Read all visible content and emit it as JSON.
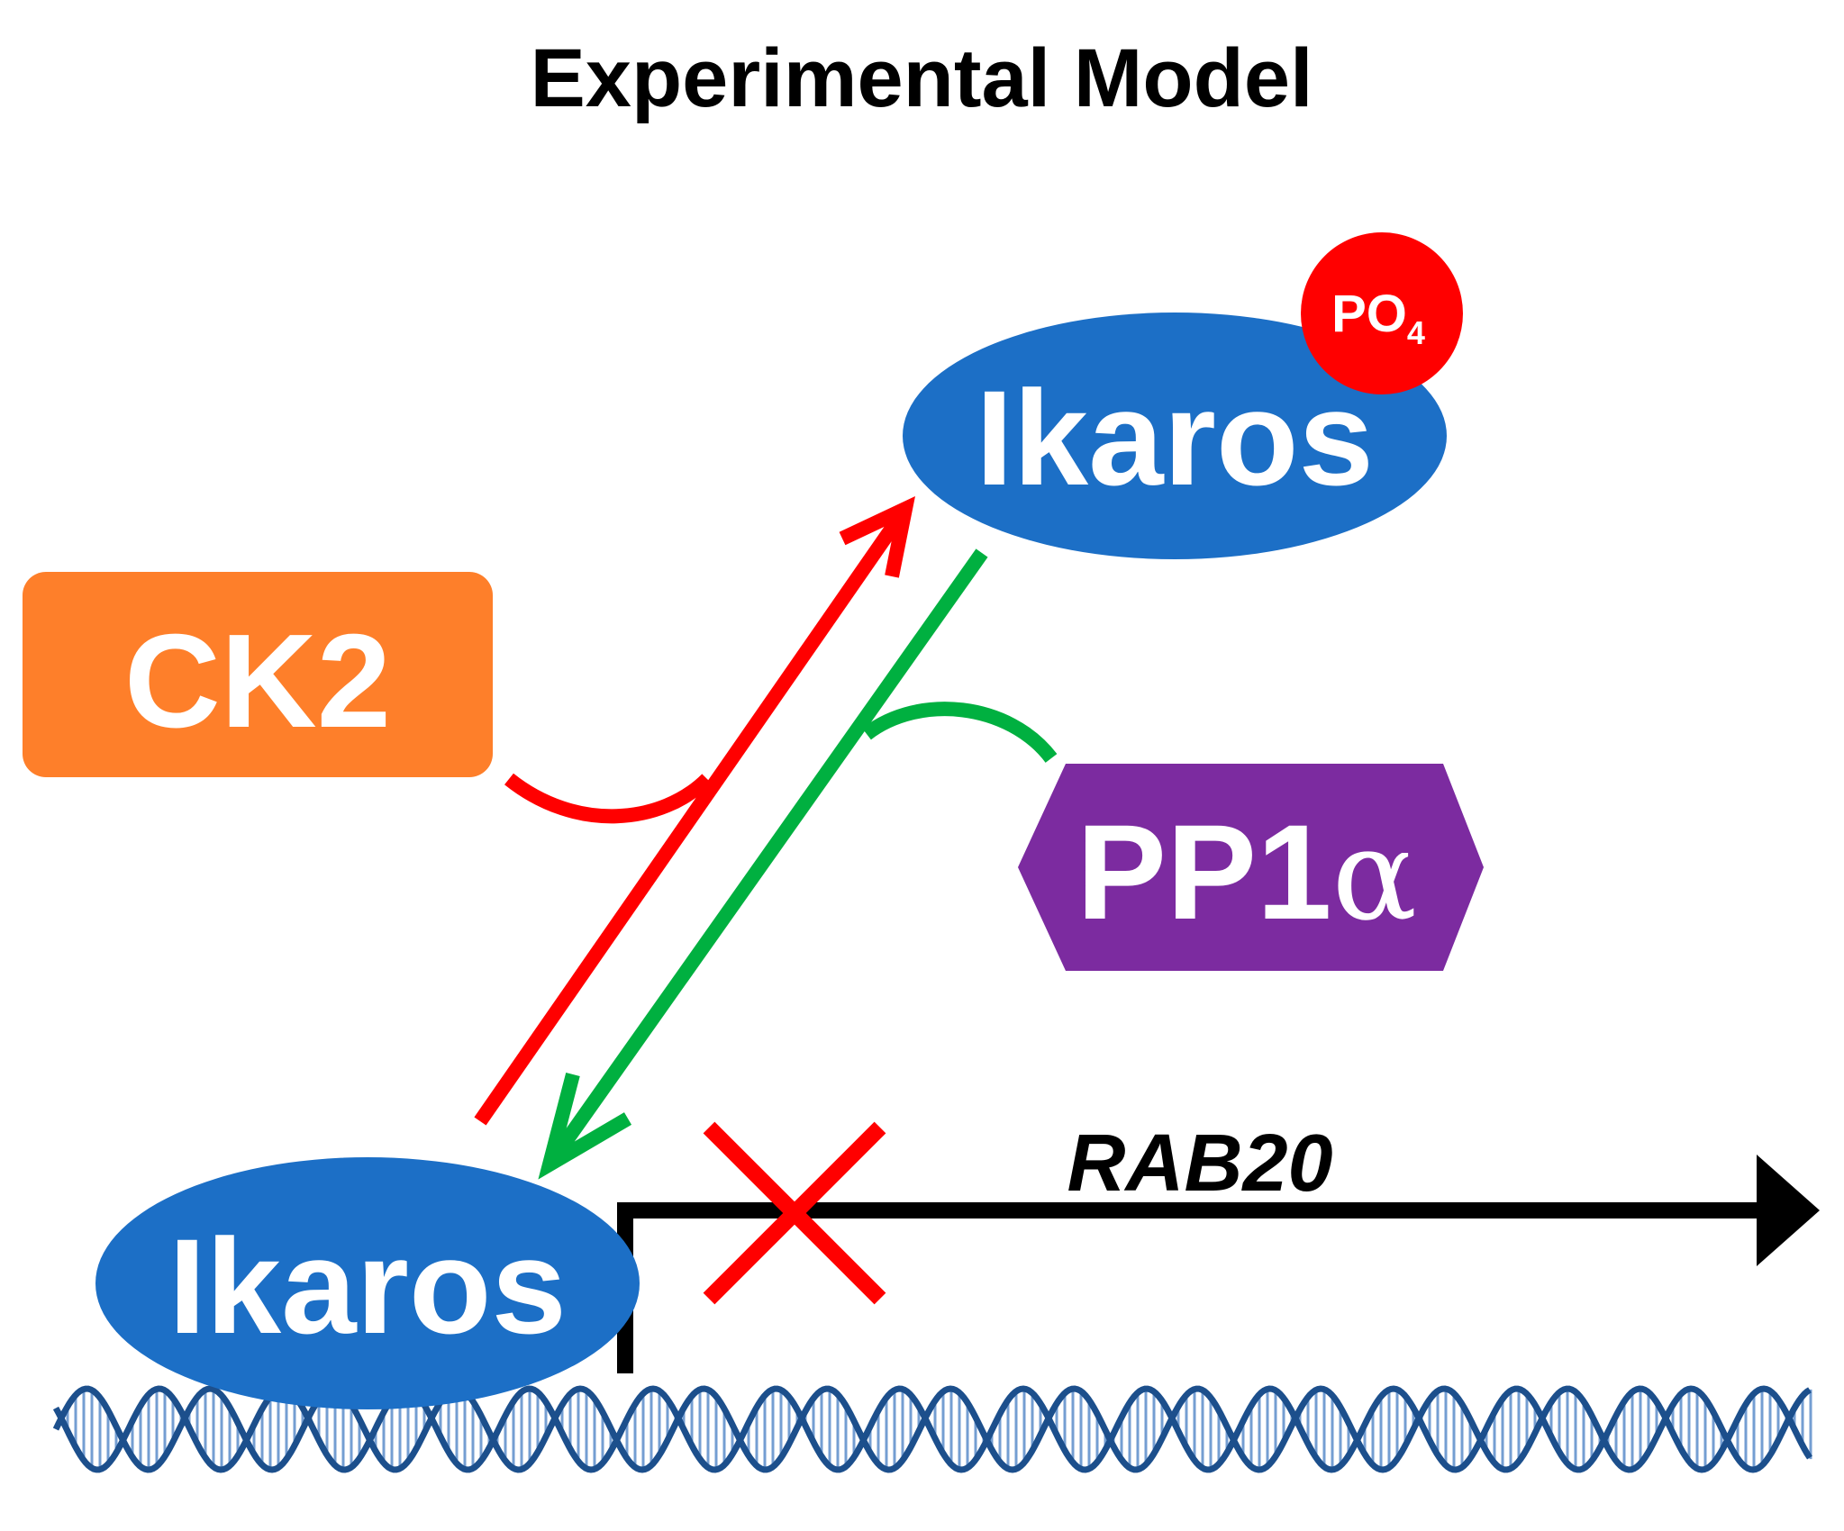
{
  "title": "Experimental Model",
  "nodes": {
    "ikaros_phospho": {
      "label": "Ikaros",
      "color": "#1c6fc6"
    },
    "phosphate": {
      "base": "PO",
      "subscript": "4",
      "color": "#ff0000"
    },
    "ck2": {
      "label": "CK2",
      "color": "#fe7f2a"
    },
    "pp1a": {
      "base": "PP1",
      "greek": "α",
      "color": "#7c2ba0"
    },
    "ikaros_bound": {
      "label": "Ikaros",
      "color": "#1c6fc6"
    }
  },
  "gene": {
    "label": "RAB20",
    "arrow_color": "#000000",
    "block_color": "#ff0000"
  },
  "arrows": {
    "phosphorylation_color": "#ff0000",
    "dephosphorylation_color": "#00b040"
  },
  "dna": {
    "color": "#1c4f8c",
    "rung_color": "#3a76c0"
  }
}
